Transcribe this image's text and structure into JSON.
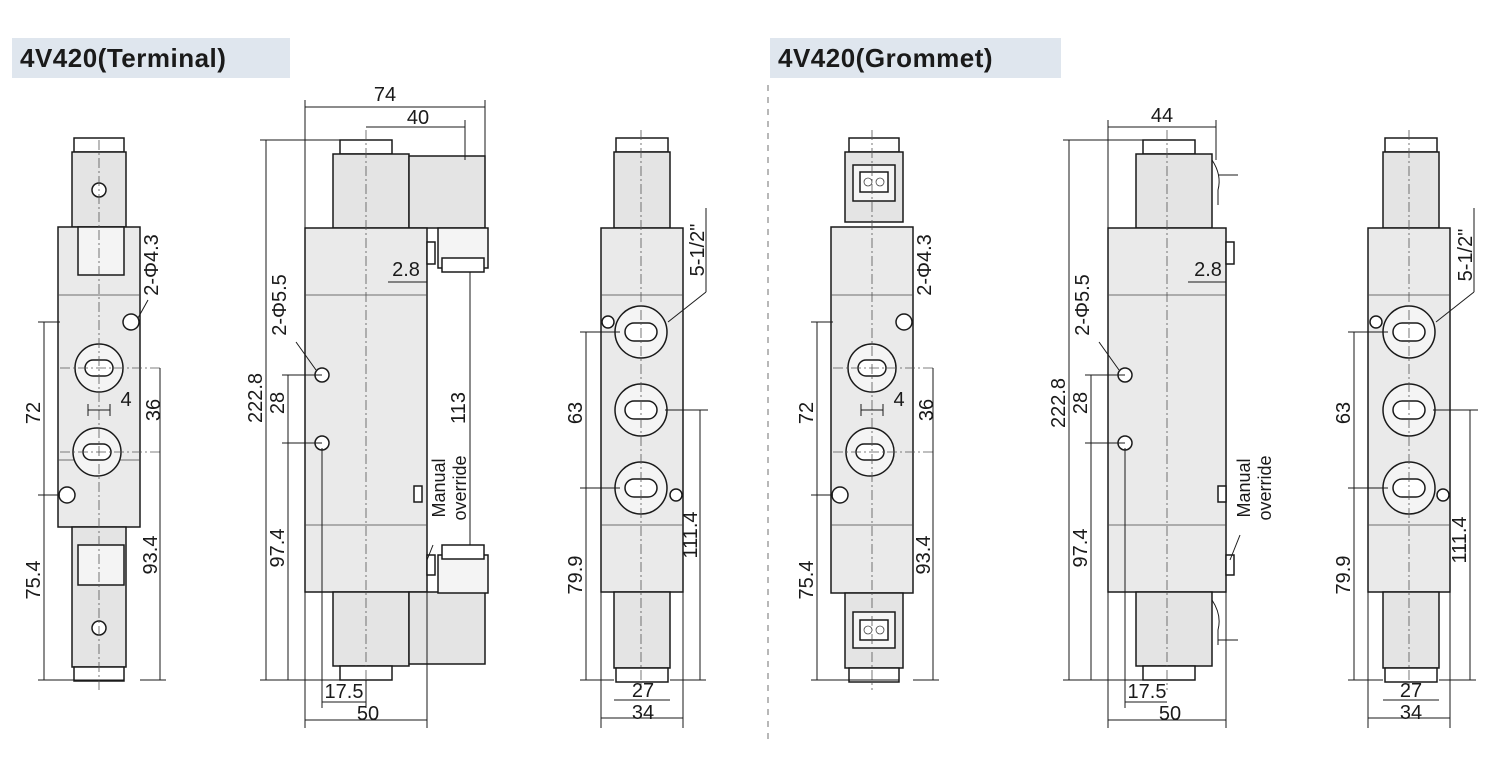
{
  "titles": {
    "left": "4V420(Terminal)",
    "right": "4V420(Grommet)"
  },
  "dims": {
    "d72": "72",
    "d36": "36",
    "d4": "4",
    "d75_4": "75.4",
    "d93_4": "93.4",
    "d2phi43": "2-Φ4.3",
    "d74": "74",
    "d40": "40",
    "d44": "44",
    "d222_8": "222.8",
    "d28": "28",
    "d97_4": "97.4",
    "d2phi55": "2-Φ5.5",
    "d2_8": "2.8",
    "d113": "113",
    "d17_5": "17.5",
    "d50": "50",
    "manual_1": "Manual",
    "manual_2": "override",
    "d63": "63",
    "d79_9": "79.9",
    "d111_4": "111.4",
    "d5_12": "5-1/2\"",
    "d27": "27",
    "d34": "34"
  }
}
